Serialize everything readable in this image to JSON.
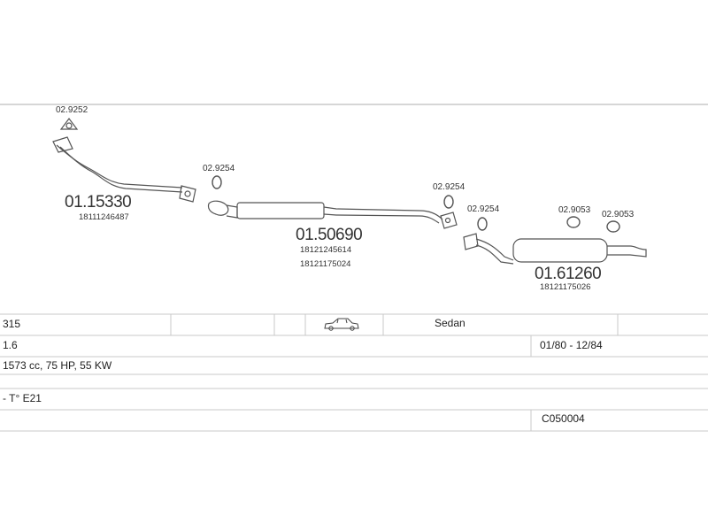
{
  "parts": [
    {
      "id": "p1",
      "number": "01.15330",
      "refs": [
        "18111246487"
      ]
    },
    {
      "id": "p2",
      "number": "01.50690",
      "refs": [
        "18121245614",
        "18121175024"
      ]
    },
    {
      "id": "p3",
      "number": "01.61260",
      "refs": [
        "18121175026"
      ]
    }
  ],
  "gaskets": {
    "g1": "02.9252",
    "g2": "02.9254",
    "g3": "02.9254",
    "g4": "02.9254",
    "g5": "02.9053",
    "g6": "02.9053"
  },
  "table": {
    "model": "315",
    "engine": "1.6",
    "body": "Sedan",
    "years": "01/80 - 12/84",
    "specs": "1573 cc, 75 HP, 55 KW",
    "series": "- T° E21",
    "code": "C050004"
  },
  "icons": {
    "car": "sedan-car-icon"
  },
  "colors": {
    "line": "#555555",
    "grid": "#c8c8c8"
  }
}
